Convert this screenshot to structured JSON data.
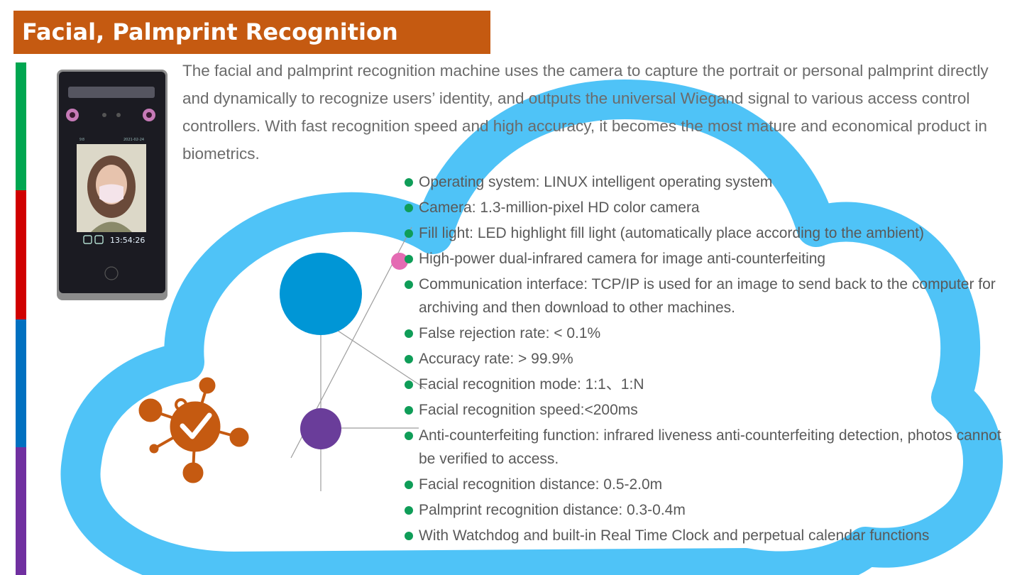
{
  "header": {
    "title": "Facial, Palmprint Recognition"
  },
  "colors": {
    "title_bg": "#c55a11",
    "cloud": "#4fc3f7",
    "stripe_green": "#00a650",
    "stripe_red": "#d00000",
    "stripe_blue": "#0070c0",
    "stripe_purple": "#7030a0",
    "bullet_dot": "#0f9d58",
    "circle_blue": "#0096d6",
    "circle_purple": "#6a3d9a",
    "circle_pink": "#e46bb3",
    "icon_orange": "#c55a11"
  },
  "intro": "The facial and palmprint recognition machine uses the camera to capture the portrait or personal palmprint directly and dynamically to recognize users’ identity, and outputs the universal Wiegand signal to various access control controllers. With fast recognition speed and high accuracy, it becomes the most mature and economical product in biometrics.",
  "device": {
    "screen_date": "2021-02-24",
    "screen_time": "13:54:26",
    "icons": [
      "gear-icon",
      "lock-icon",
      "bell-icon"
    ]
  },
  "decor_icon": "virus-check-icon",
  "specs": [
    "Operating system: LINUX intelligent operating system",
    "Camera: 1.3-million-pixel HD color camera",
    "Fill light: LED highlight fill light (automatically place according to the ambient)",
    "High-power dual-infrared camera for image anti-counterfeiting",
    "Communication interface: TCP/IP is used for an image to send back to the computer for archiving and then download to other machines.",
    "False rejection rate: < 0.1%",
    "Accuracy rate: > 99.9%",
    "Facial recognition mode: 1:1、1:N",
    "Facial recognition speed:<200ms",
    "Anti-counterfeiting function: infrared liveness anti-counterfeiting detection, photos cannot be verified to access.",
    "Facial recognition distance: 0.5-2.0m",
    "Palmprint recognition distance: 0.3-0.4m",
    "With Watchdog and built-in Real Time Clock and perpetual calendar functions"
  ]
}
